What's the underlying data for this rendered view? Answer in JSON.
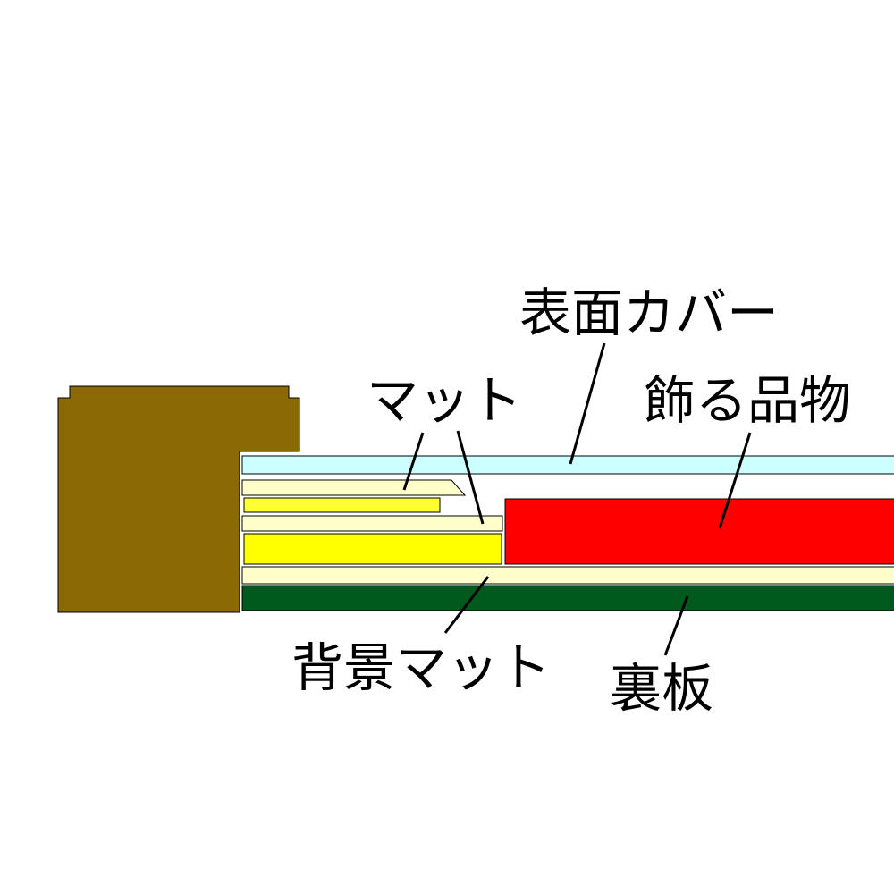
{
  "labels": {
    "cover": "表面カバー",
    "mat": "マット",
    "item": "飾る品物",
    "backing_mat": "背景マット",
    "back_board": "裏板"
  },
  "colors": {
    "frame": "#8B6A06",
    "cover": "#CCFFFF",
    "mat": "#FFFFCC",
    "mat_core": "#FFFF33",
    "backing_mat_core": "#FFFF00",
    "item": "#FF0000",
    "back_board": "#005A1E",
    "background": "#FFFFFF",
    "outline": "#000000"
  }
}
